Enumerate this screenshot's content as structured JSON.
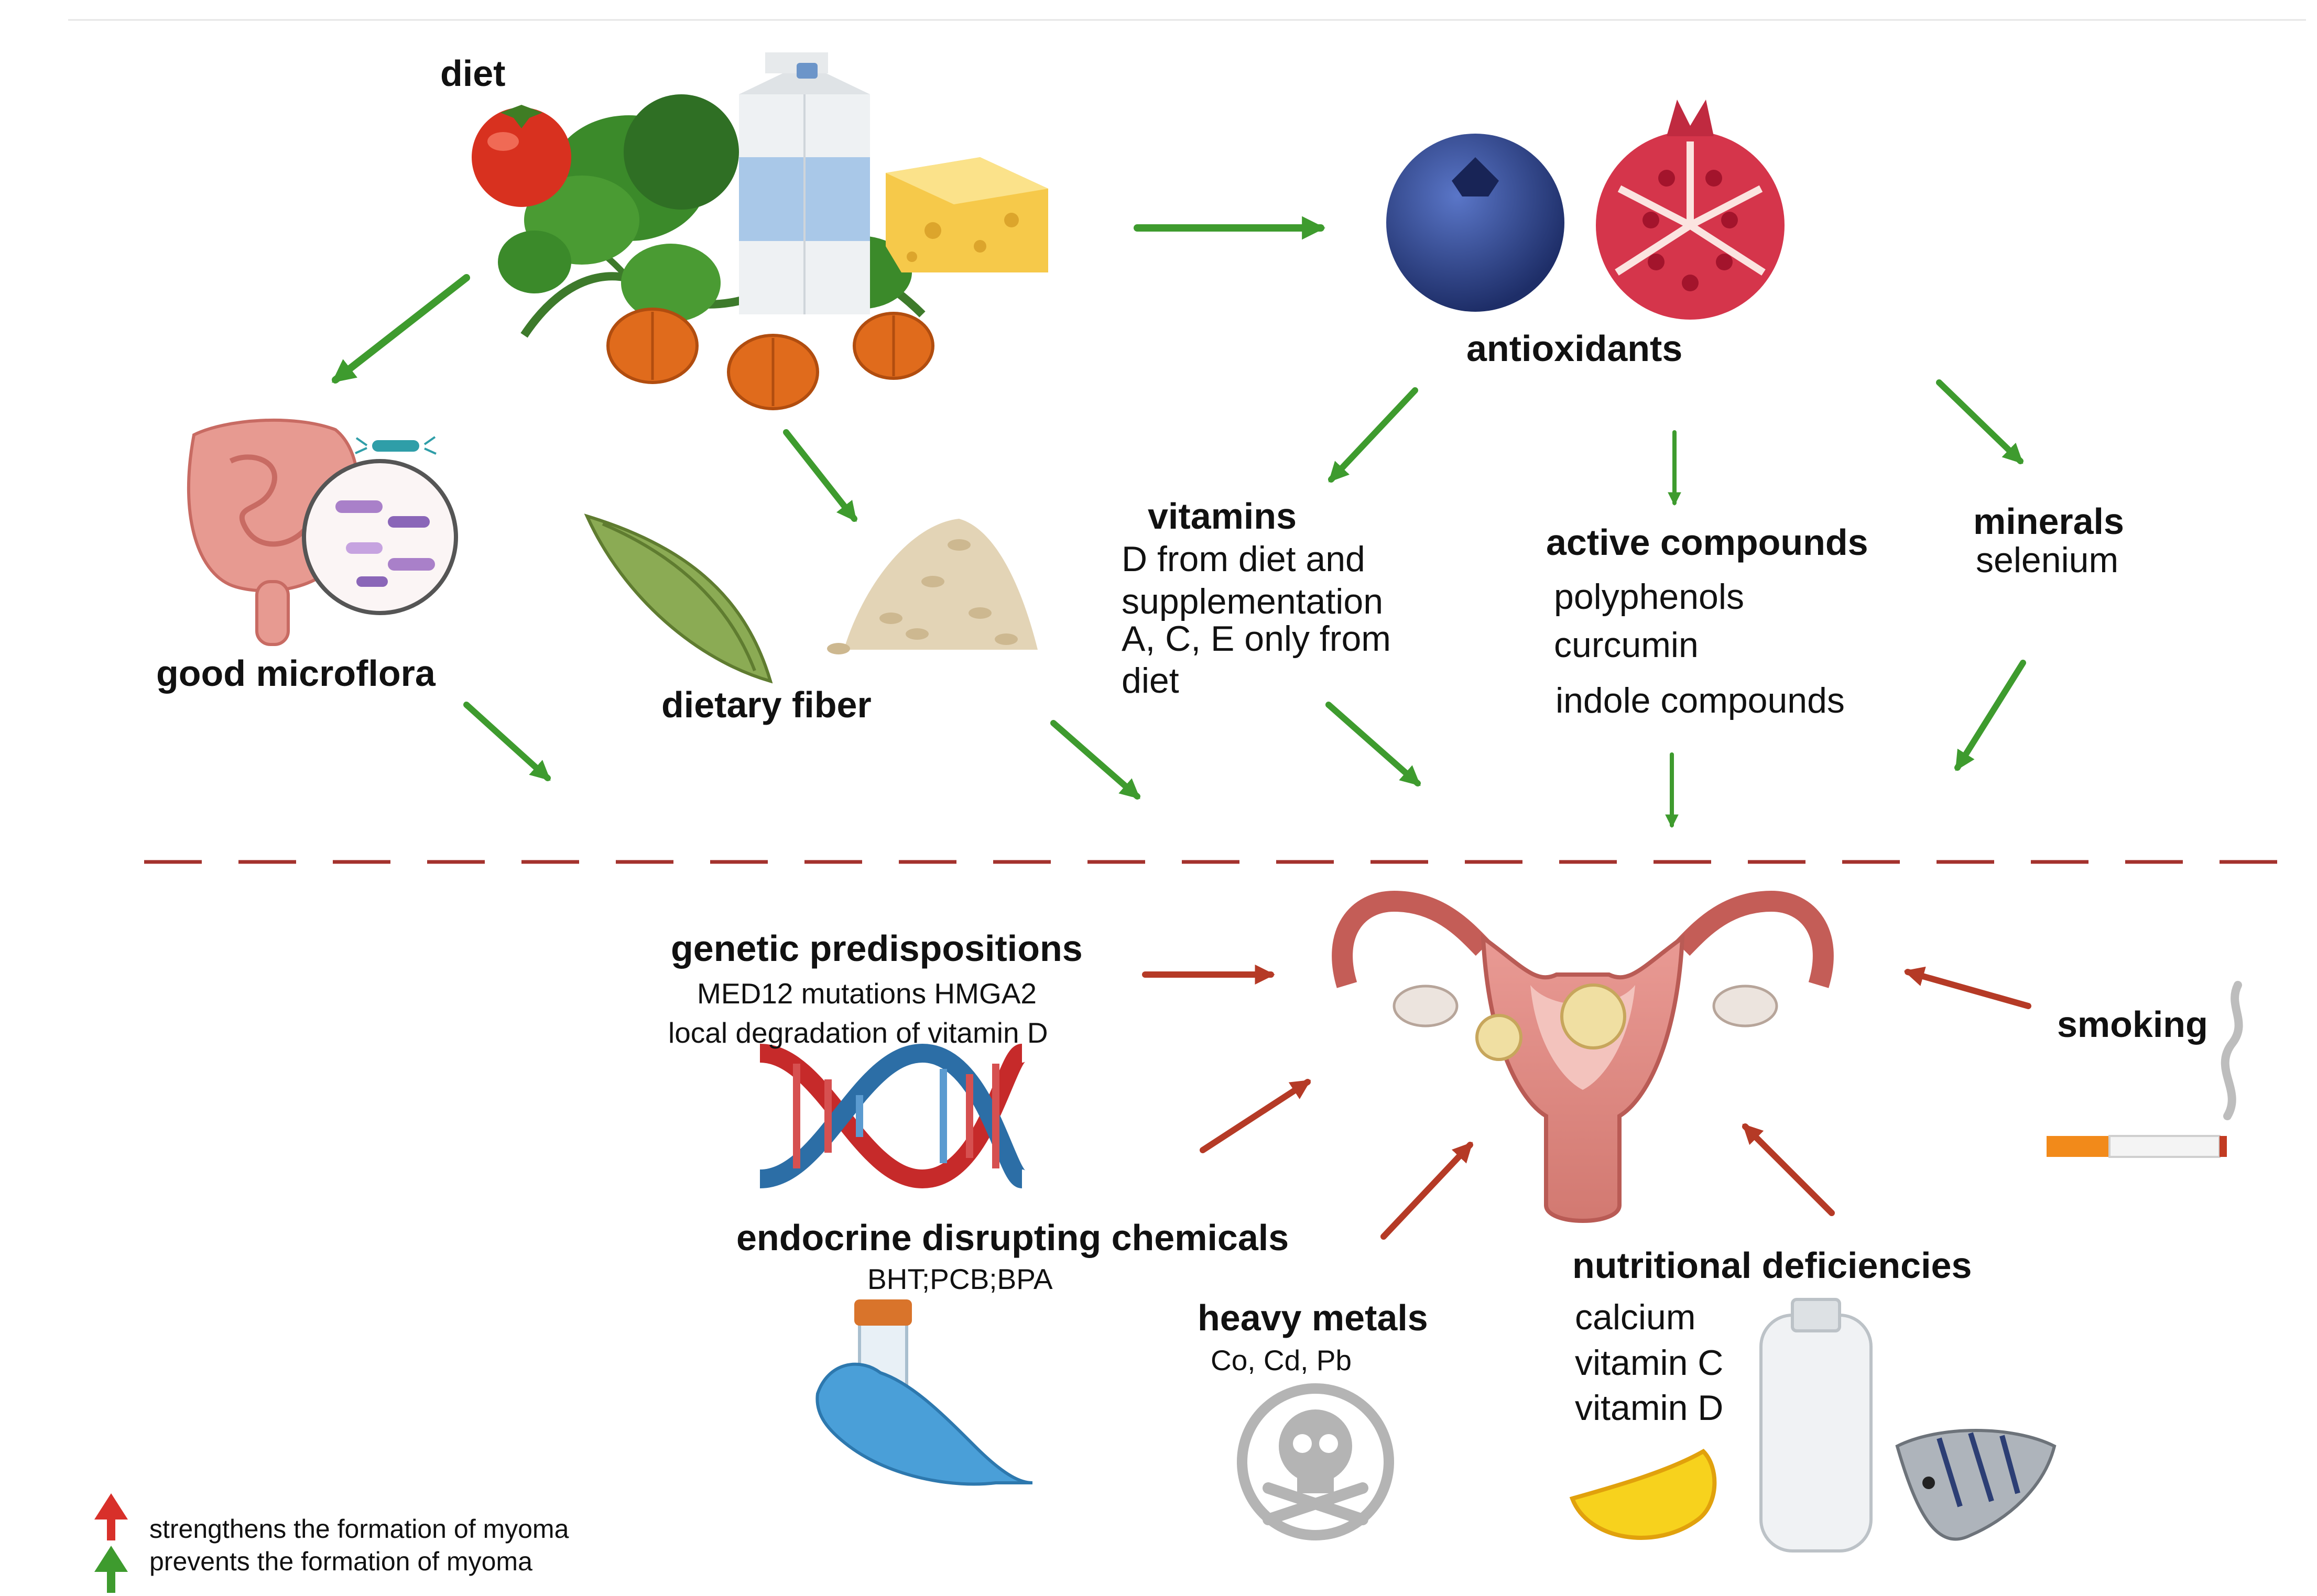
{
  "labels": {
    "diet": "diet",
    "antioxidants": "antioxidants",
    "good_microflora": "good microflora",
    "dietary_fiber": "dietary fiber",
    "vitamins": {
      "title": "vitamins",
      "lines": [
        "D from diet and",
        "supplementation",
        "A, C, E only from",
        "diet"
      ]
    },
    "active_compounds": {
      "title": "active compounds",
      "lines": [
        "polyphenols",
        "curcumin",
        "indole compounds"
      ]
    },
    "minerals": {
      "title": "minerals",
      "lines": [
        "selenium"
      ]
    },
    "genetic": {
      "title": "genetic predispositions",
      "lines": [
        "MED12 mutations HMGA2",
        "local degradation of vitamin D"
      ]
    },
    "endocrine": {
      "title": "endocrine disrupting chemicals",
      "lines": [
        "BHT;PCB;BPA"
      ]
    },
    "heavy_metals": {
      "title": "heavy metals",
      "lines": [
        "Co, Cd, Pb"
      ]
    },
    "nutritional": {
      "title": "nutritional deficiencies",
      "lines": [
        "calcium",
        "vitamin C",
        "vitamin D"
      ]
    },
    "smoking": "smoking"
  },
  "legend": [
    {
      "color": "#d8302a",
      "text": "strengthens the formation of myoma"
    },
    {
      "color": "#3e9b2e",
      "text": "prevents the formation of myoma"
    }
  ],
  "colors": {
    "prevent_arrow": "#3e9b2e",
    "strengthen_arrow": "#b53a26",
    "divider": "#a4322d"
  }
}
